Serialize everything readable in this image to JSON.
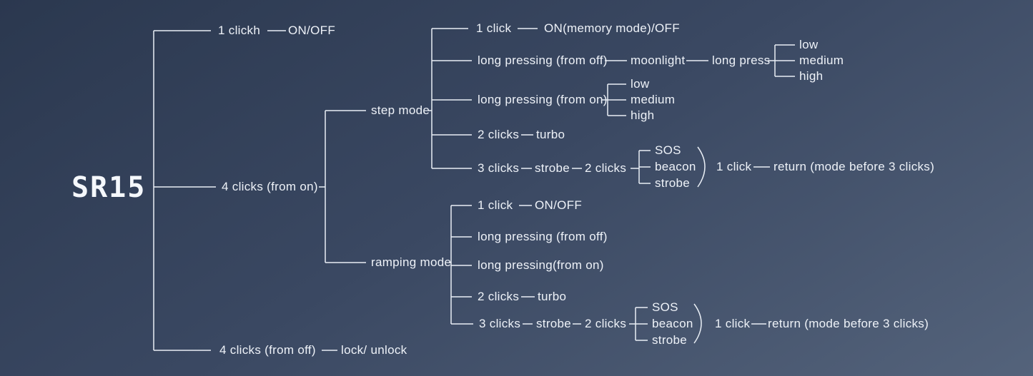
{
  "colors": {
    "background_start": "#2b384f",
    "background_end": "#54637b",
    "line": "#e9eef5",
    "text": "#eef2f8"
  },
  "root": {
    "label": "SR15"
  },
  "power": {
    "action": "1 clickh",
    "result": "ON/OFF"
  },
  "mode_select": {
    "action": "4 clicks (from on)"
  },
  "lockout": {
    "action": "4 clicks (from off)",
    "result": "lock/ unlock"
  },
  "step_mode": {
    "label": "step mode",
    "one_click": {
      "action": "1 click",
      "result": "ON(memory mode)/OFF"
    },
    "long_press_off": {
      "action": "long pressing (from off)",
      "result": "moonlight",
      "next_action": "long press",
      "levels": [
        "low",
        "medium",
        "high"
      ]
    },
    "long_press_on": {
      "action": "long pressing (from on)",
      "levels": [
        "low",
        "medium",
        "high"
      ]
    },
    "two_clicks": {
      "action": "2 clicks",
      "result": "turbo"
    },
    "three_clicks": {
      "action": "3 clicks",
      "result": "strobe",
      "cycle_action": "2 clicks",
      "cycle_modes": [
        "SOS",
        "beacon",
        "strobe"
      ],
      "return_action": "1 click",
      "return_result": "return (mode before 3 clicks)"
    }
  },
  "ramping_mode": {
    "label": "ramping mode",
    "one_click": {
      "action": "1 click",
      "result": "ON/OFF"
    },
    "long_press_off": {
      "action": "long pressing (from off)"
    },
    "long_press_on": {
      "action": "long pressing(from on)"
    },
    "two_clicks": {
      "action": "2 clicks",
      "result": "turbo"
    },
    "three_clicks": {
      "action": "3 clicks",
      "result": "strobe",
      "cycle_action": "2 clicks",
      "cycle_modes": [
        "SOS",
        "beacon",
        "strobe"
      ],
      "return_action": "1 click",
      "return_result": "return (mode before 3 clicks)"
    }
  }
}
